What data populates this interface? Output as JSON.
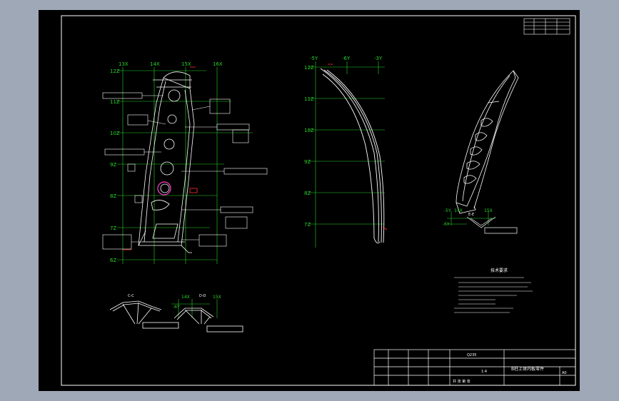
{
  "colors": {
    "background": "#9fa8b6",
    "paper": "#000000",
    "lines": "#ffffff",
    "dims": "#2bd42b",
    "accent": "#ff2d2d",
    "highlight": "#ff3ad0"
  },
  "view_front": {
    "top_labels": [
      "13X",
      "14X",
      "15X",
      "16X"
    ],
    "level_labels": [
      "12Z",
      "11Z",
      "10Z",
      "9Z",
      "8Z",
      "7Z",
      "6Z"
    ]
  },
  "view_side": {
    "top_labels": [
      "-5Y",
      "-6Y",
      "-3Y"
    ],
    "level_labels": [
      "12Z",
      "11Z",
      "10Z",
      "9Z",
      "8Z",
      "7Z"
    ]
  },
  "view_iso": {
    "labels": [
      "-5Y",
      "14X",
      "15X",
      "-6Y",
      "E-E"
    ]
  },
  "section_views": {
    "left_label": "C-C",
    "right_label": "D-D",
    "right_top_labels": [
      "14X",
      "15X",
      "-6Y"
    ]
  },
  "notes": {
    "title": "技术要求"
  },
  "title_block": {
    "material": "Q235",
    "scale": "1:4",
    "part_name": "B柱上体内板零件",
    "sheet": "A0",
    "count": "共  张  第  张"
  }
}
